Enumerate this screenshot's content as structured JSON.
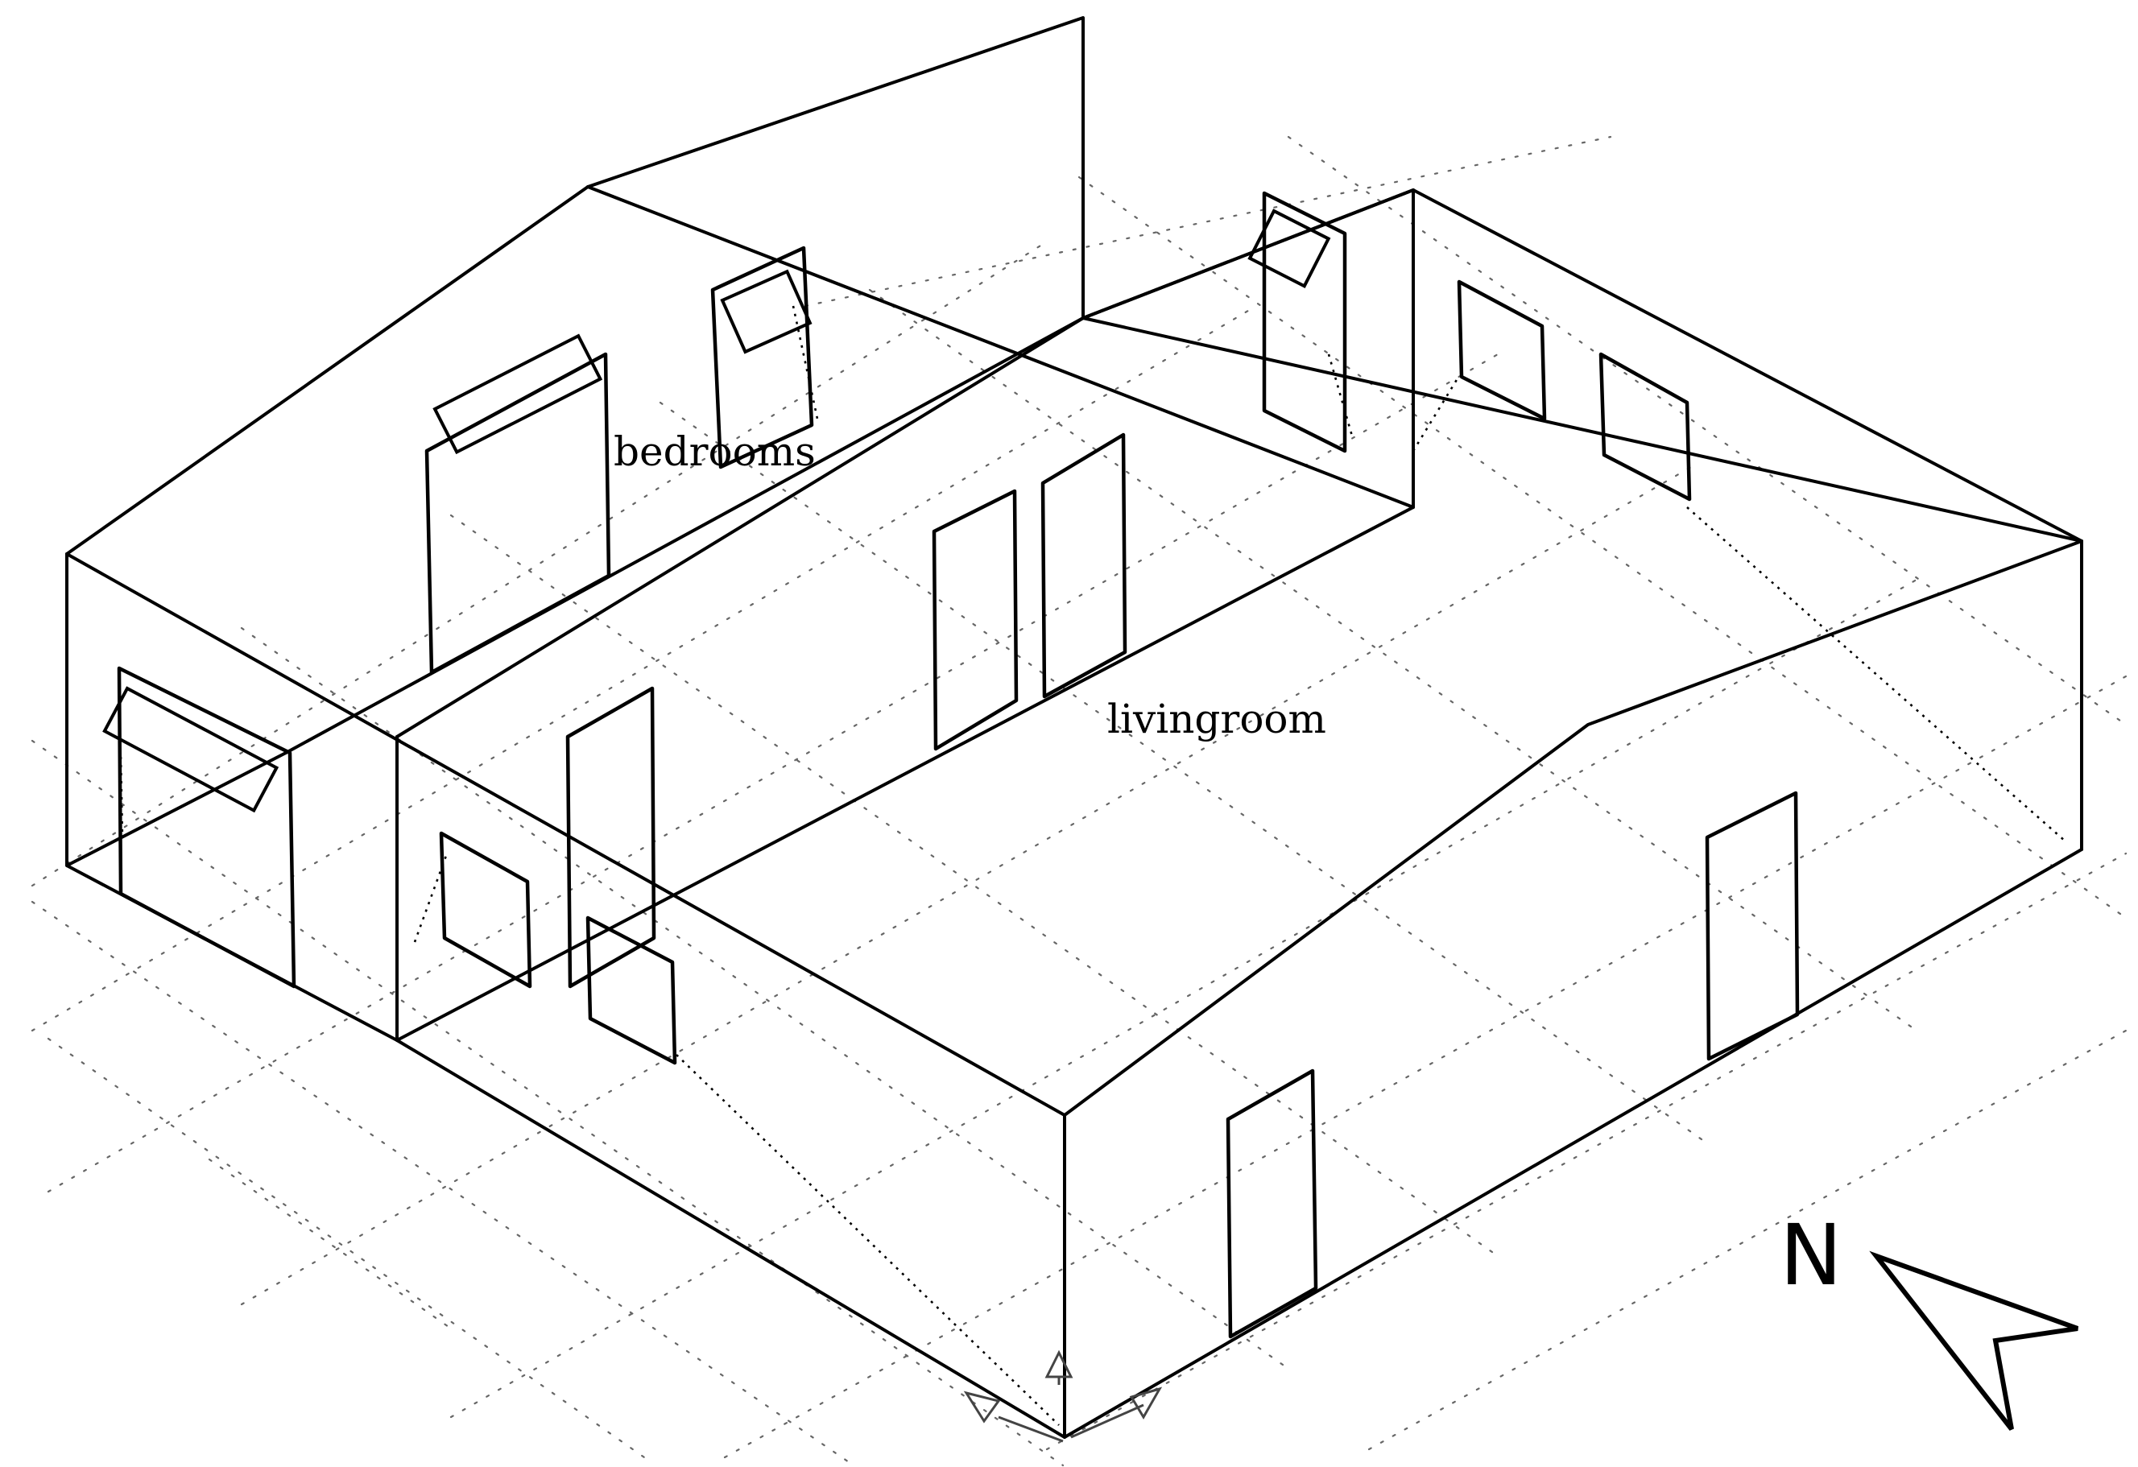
{
  "rooms": {
    "bedrooms": "bedrooms",
    "livingroom": "livingroom"
  },
  "compass": {
    "letter": "N",
    "icon": "north-arrow-icon"
  },
  "axis_icon": "ucs-axes-icon",
  "colors": {
    "lines": "#000000",
    "grid": "#666666",
    "background": "#ffffff"
  }
}
